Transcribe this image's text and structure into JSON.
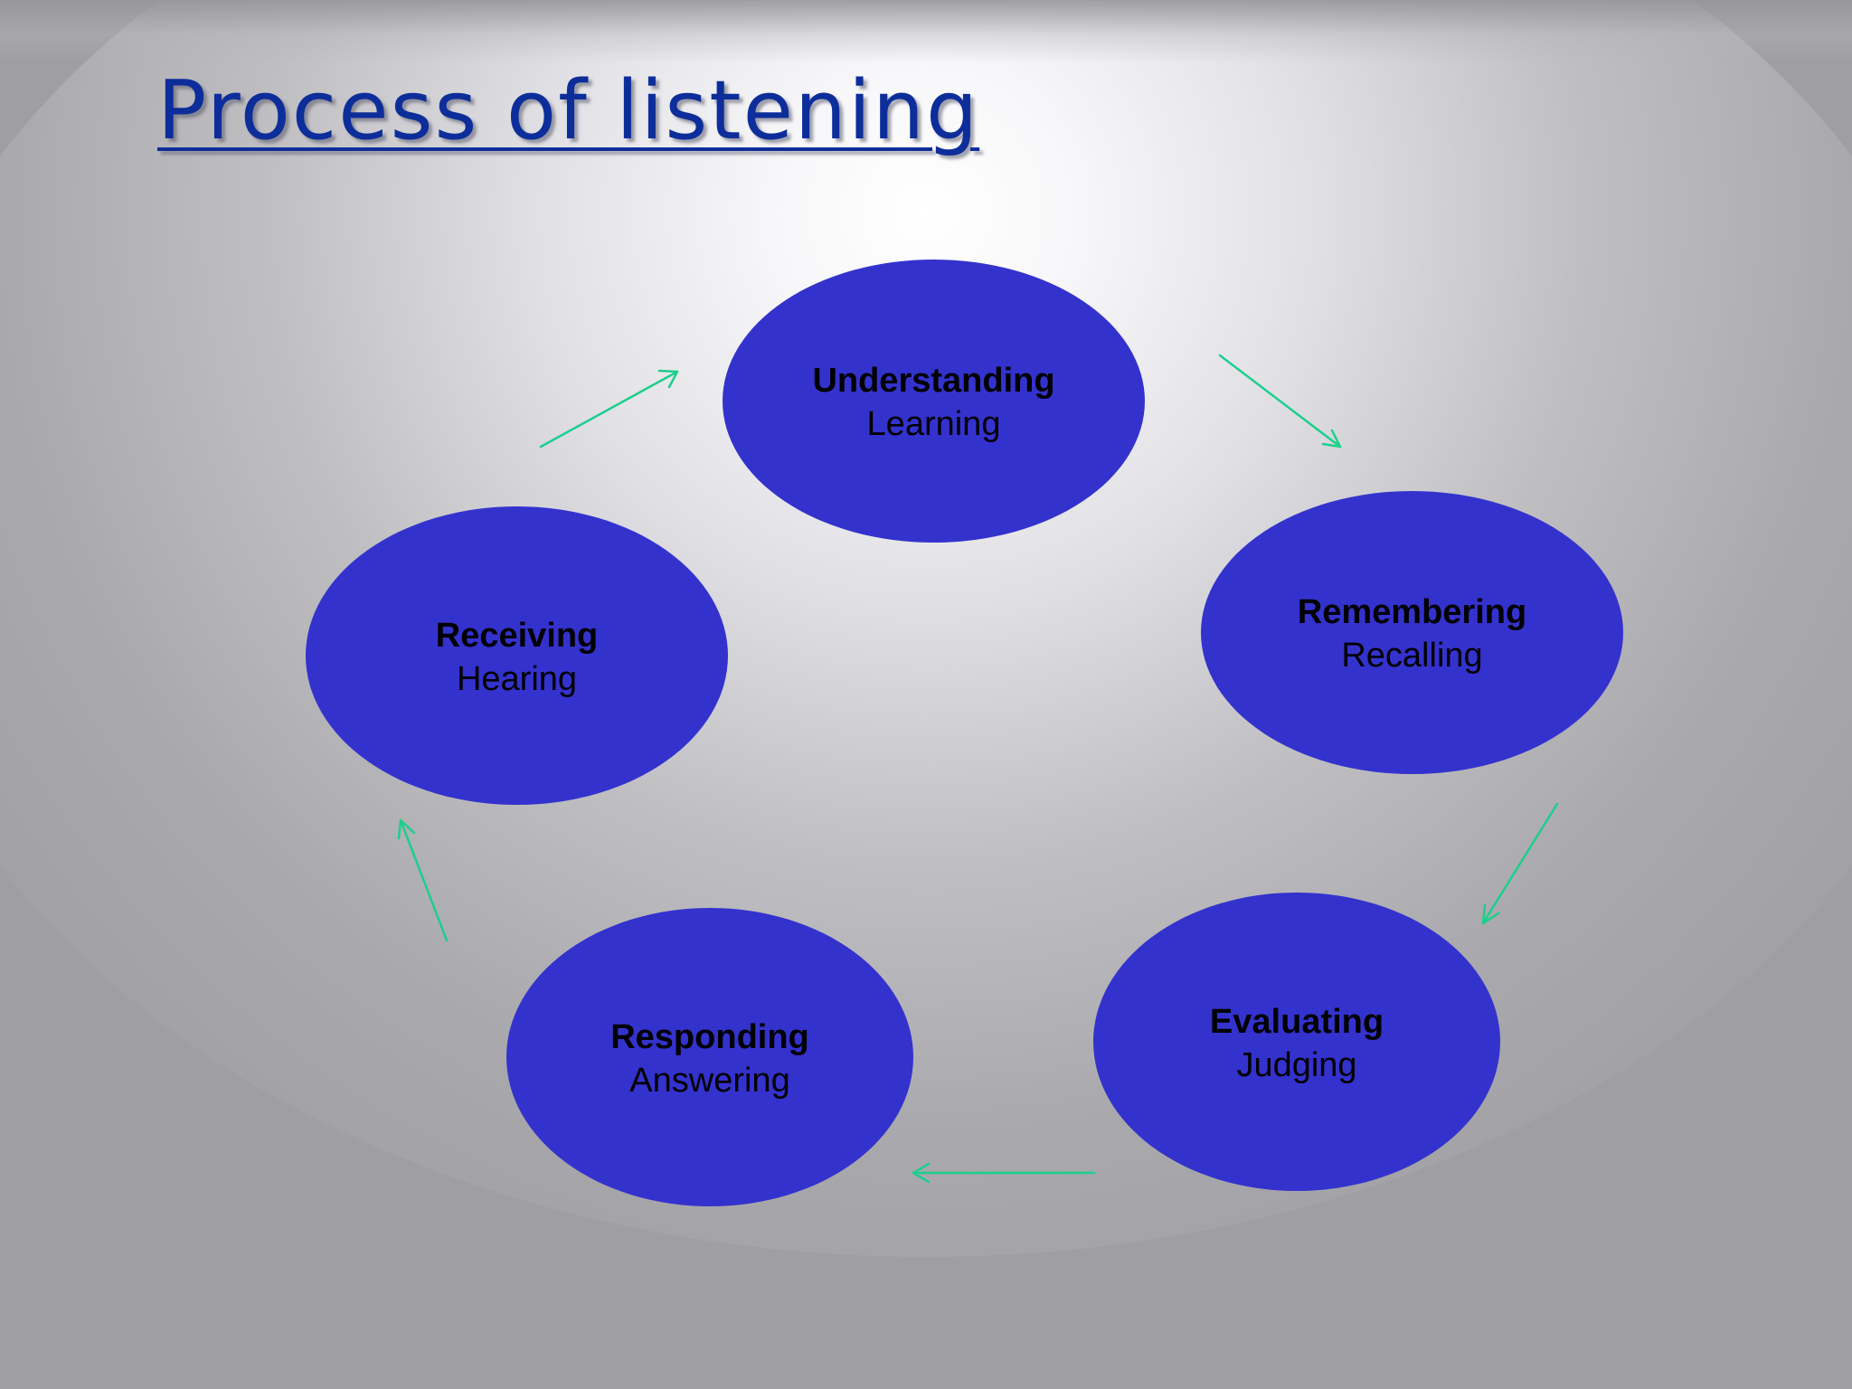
{
  "title": "Process of listening",
  "colors": {
    "title": "#0d2e9a",
    "node_fill": "#3432cd",
    "arrow": "#1ccf8c"
  },
  "cycle": {
    "nodes": [
      {
        "id": "understanding",
        "primary": "Understanding",
        "secondary": "Learning"
      },
      {
        "id": "remembering",
        "primary": "Remembering",
        "secondary": "Recalling"
      },
      {
        "id": "evaluating",
        "primary": "Evaluating",
        "secondary": "Judging"
      },
      {
        "id": "responding",
        "primary": "Responding",
        "secondary": "Answering"
      },
      {
        "id": "receiving",
        "primary": "Receiving",
        "secondary": "Hearing"
      }
    ],
    "flow": [
      {
        "from": "receiving",
        "to": "understanding"
      },
      {
        "from": "understanding",
        "to": "remembering"
      },
      {
        "from": "remembering",
        "to": "evaluating"
      },
      {
        "from": "evaluating",
        "to": "responding"
      },
      {
        "from": "responding",
        "to": "receiving"
      }
    ]
  }
}
